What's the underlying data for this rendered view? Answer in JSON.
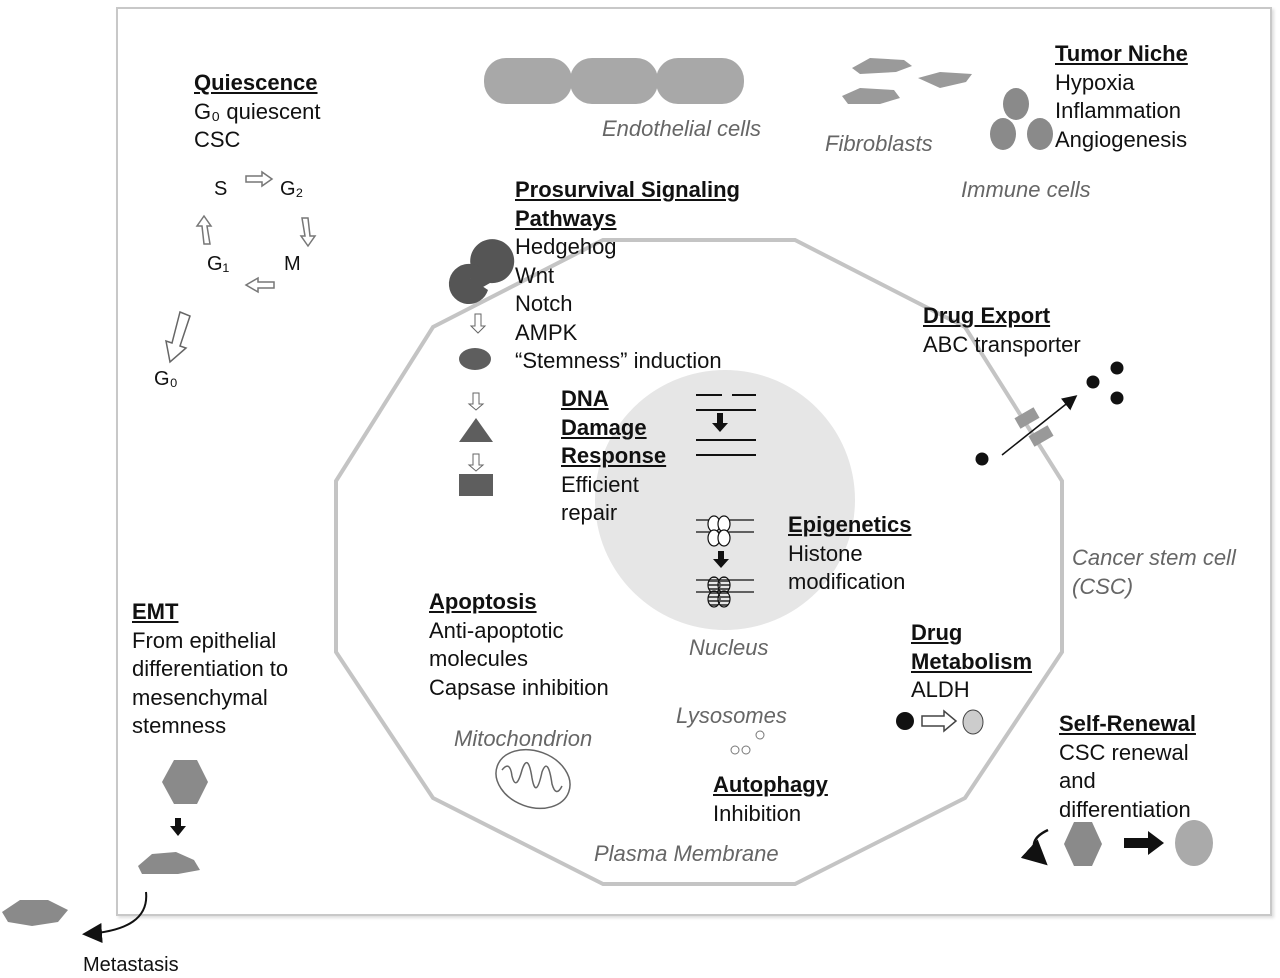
{
  "quiescence": {
    "title": "Quiescence",
    "lines": [
      "G₀ quiescent",
      "CSC"
    ]
  },
  "cycle": {
    "s": "S",
    "g2": "G₂",
    "m": "M",
    "g1": "G₁",
    "g0": "G₀"
  },
  "endothelial": "Endothelial cells",
  "fibroblasts": "Fibroblasts",
  "immune": "Immune cells",
  "niche": {
    "title": "Tumor Niche",
    "lines": [
      "Hypoxia",
      "Inflammation",
      "Angiogenesis"
    ]
  },
  "prosurvival": {
    "title1": "Prosurvival Signaling",
    "title2": "Pathways",
    "lines": [
      "Hedgehog",
      "Wnt",
      "Notch",
      "AMPK",
      "“Stemness” induction"
    ]
  },
  "drug_export": {
    "title": "Drug Export",
    "lines": [
      "ABC transporter"
    ]
  },
  "dna": {
    "title": [
      "DNA",
      "Damage",
      "Response"
    ],
    "lines": [
      "Efficient",
      "repair"
    ]
  },
  "epigenetics": {
    "title": "Epigenetics",
    "lines": [
      "Histone",
      "modification"
    ]
  },
  "csc": [
    "Cancer stem cell",
    "(CSC)"
  ],
  "emt": {
    "title": "EMT",
    "lines": [
      "From epithelial",
      "differentiation to",
      "mesenchymal",
      "stemness"
    ]
  },
  "apoptosis": {
    "title": "Apoptosis",
    "lines": [
      "Anti-apoptotic",
      "molecules",
      "Capsase inhibition"
    ]
  },
  "nucleus": "Nucleus",
  "drug_metabolism": {
    "title": [
      "Drug",
      "Metabolism"
    ],
    "lines": [
      "ALDH"
    ]
  },
  "mitochondrion": "Mitochondrion",
  "lysosomes": "Lysosomes",
  "self_renewal": {
    "title": "Self-Renewal",
    "lines": [
      "CSC renewal",
      "and",
      "differentiation"
    ]
  },
  "autophagy": {
    "title": "Autophagy",
    "lines": [
      "Inhibition"
    ]
  },
  "plasma": "Plasma Membrane",
  "metastasis": "Metastasis",
  "colors": {
    "shape": "#707070",
    "membrane": "#c4c4c4",
    "nucleus": "#e6e6e6"
  }
}
